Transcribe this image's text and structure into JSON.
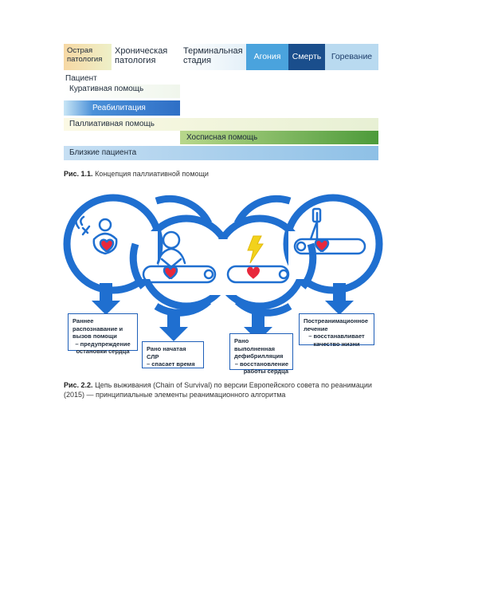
{
  "figure1": {
    "stages": {
      "acute": "Острая патология",
      "chronic": "Хроническая патология",
      "terminal": "Терминальная стадия",
      "agony": "Агония",
      "death": "Смерть",
      "grief": "Горевание"
    },
    "rows": {
      "patient": "Пациент",
      "curative": "Куративная помощь",
      "rehab": "Реабилитация",
      "palliative": "Паллиативная помощь",
      "hospice": "Хосписная помощь",
      "relatives": "Близкие пациента"
    },
    "colors": {
      "agony": "#4aa3dd",
      "death": "#1a4e8c",
      "grief": "#b9daf0",
      "rehab": "#2f6fc6",
      "hospice": "#4d9b3a"
    },
    "caption_label": "Рис. 1.1.",
    "caption_text": "Концепция паллиативной помощи"
  },
  "figure2": {
    "steps": [
      {
        "title": "Раннее распознавание и вызов помощи",
        "detail": "– предупреждение остановки сердца"
      },
      {
        "title": "Рано начатая СЛР",
        "detail": "– спасает время"
      },
      {
        "title": "Рано выполненная дефибрилляция",
        "detail": "– восстановление работы сердца"
      },
      {
        "title": "Постреанимационное лечение",
        "detail": "– восстанавливает качество жизни"
      }
    ],
    "icons": [
      "phone-call-icon",
      "cpr-icon",
      "defibrillation-lightning-icon",
      "hospital-bed-iv-icon"
    ],
    "colors": {
      "chain": "#1f6fd0",
      "heart": "#e8283c",
      "lightning": "#f2d21c"
    },
    "caption_label": "Рис. 2.2.",
    "caption_text": "Цепь выживания (Chain of Survival) по версии Европейского совета по реанимации (2015) — принципиальные элементы реанимационного алгоритма"
  }
}
